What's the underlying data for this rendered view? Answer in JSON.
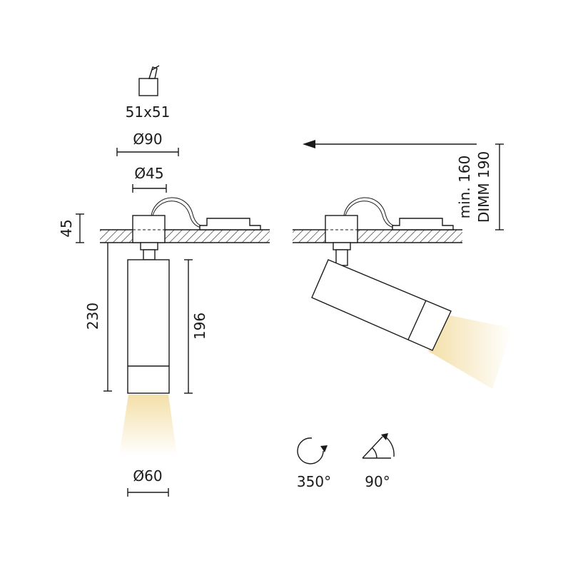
{
  "cutout_label": "51x51",
  "dimensions": {
    "outer_diameter": "Ø90",
    "inner_diameter": "Ø45",
    "ceiling_height": "45",
    "total_length": "230",
    "body_length": "196",
    "beam_diameter": "Ø60",
    "min_label": "min. 160",
    "dimm_label": "DIMM 190"
  },
  "rotation": {
    "horizontal": "350°",
    "vertical": "90°"
  },
  "colors": {
    "line": "#1a1a1a",
    "light_warm": "#f5e6c0"
  }
}
